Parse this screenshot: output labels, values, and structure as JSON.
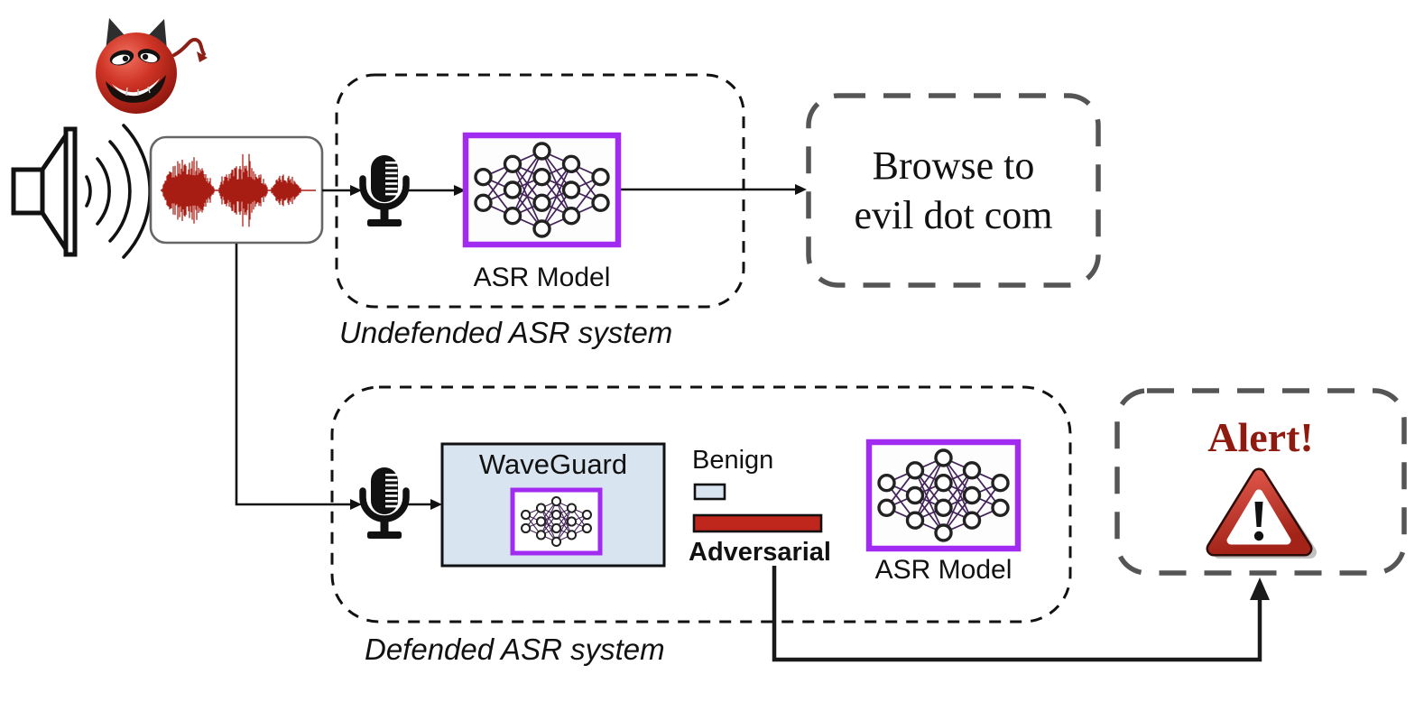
{
  "icons": {
    "devil": "devil-emoji-icon",
    "speaker": "speaker-icon",
    "sound_waves": "sound-waves-icon",
    "waveform": "audio-waveform-icon",
    "microphone": "microphone-icon",
    "neural_network": "neural-network-icon",
    "warning_triangle": "warning-triangle-icon"
  },
  "colors": {
    "ink": "#111111",
    "dash_gray": "#555555",
    "panel_border_gray": "#666666",
    "purple": "#A12BF0",
    "nn_edge_purple": "#43235A",
    "light_blue": "#D9E4F1",
    "bar_red": "#C0271C",
    "wave_red": "#A81D13",
    "alert_red": "#8E1A10",
    "devil_red": "#C6261A"
  },
  "undefended_system": {
    "caption": "Undefended ASR system",
    "asr_model_label": "ASR Model",
    "output": {
      "line1": "Browse to",
      "line2": "evil dot com"
    }
  },
  "defended_system": {
    "caption": "Defended ASR system",
    "waveguard_label": "WaveGuard",
    "asr_model_label": "ASR Model",
    "legend": {
      "benign_label": "Benign",
      "adversarial_label": "Adversarial"
    },
    "output": {
      "alert_label": "Alert!"
    }
  }
}
